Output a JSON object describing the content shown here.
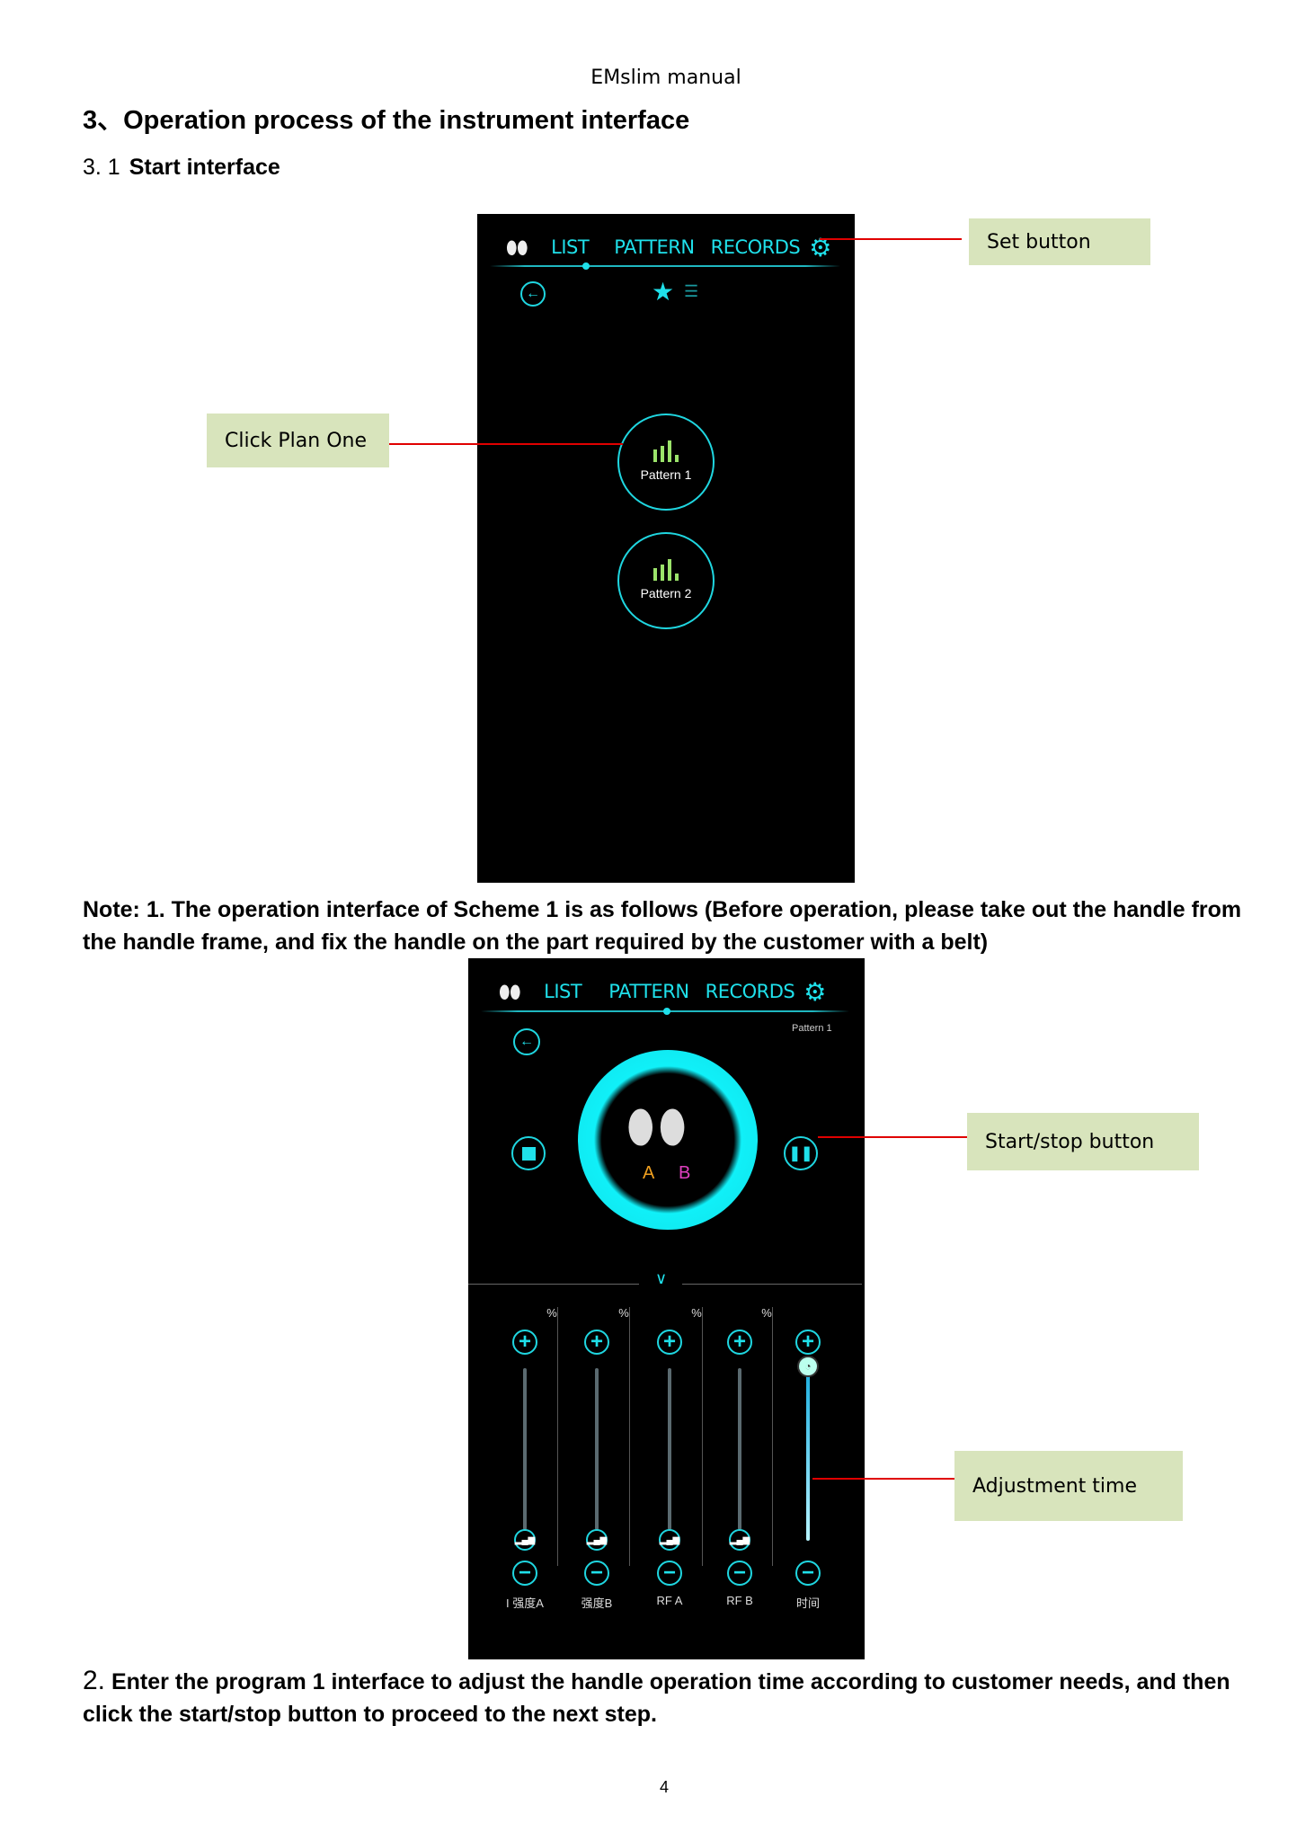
{
  "header": "EMslim manual",
  "section_title": "3、Operation process of the instrument interface",
  "subsection": {
    "number": "3. 1",
    "title": "Start interface"
  },
  "nav": {
    "list": "LIST",
    "pattern": "PATTERN",
    "records": "RECORDS"
  },
  "screen1": {
    "patterns": [
      "Pattern 1",
      "Pattern 2"
    ]
  },
  "callouts": {
    "set": "Set button",
    "plan": "Click Plan One",
    "startstop": "Start/stop button",
    "adjust": "Adjustment time"
  },
  "note1": "Note: 1. The operation interface of Scheme 1 is as follows (Before operation, please take out the handle from the handle frame, and fix the handle on the part required by the customer with a belt)",
  "screen2": {
    "pattern_label": "Pattern  1",
    "handle_a": "A",
    "handle_b": "B",
    "columns": [
      {
        "unit": "%",
        "label": "I 强度A"
      },
      {
        "unit": "%",
        "label": "强度B"
      },
      {
        "unit": "%",
        "label": "RF A"
      },
      {
        "unit": "%",
        "label": "RF B"
      },
      {
        "unit": "",
        "label": "时间"
      }
    ],
    "time_level": 1.0
  },
  "note2_num": "2.",
  "note2": " Enter the program 1 interface to adjust the handle operation time according to customer needs, and then click the start/stop button to proceed to the next step.",
  "page_number": "4",
  "colors": {
    "accent": "#1fe0ea",
    "callout": "#d8e4bc",
    "a": "#f0a020",
    "b": "#e040c0"
  }
}
